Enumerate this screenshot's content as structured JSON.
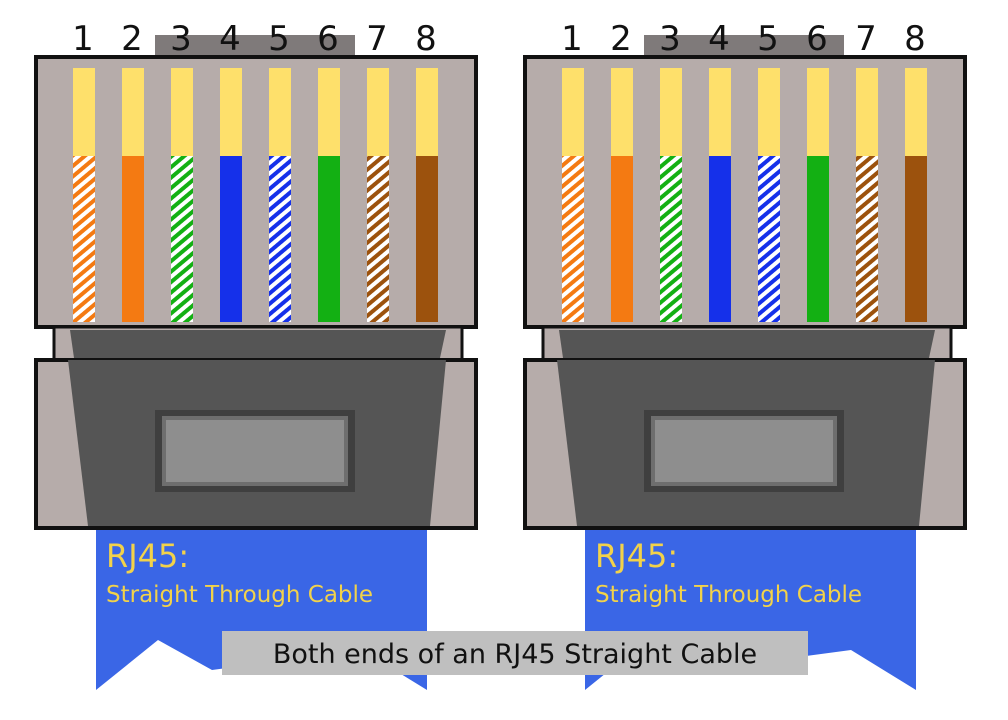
{
  "pin_numbers": [
    "1",
    "2",
    "3",
    "4",
    "5",
    "6",
    "7",
    "8"
  ],
  "wire_order": [
    {
      "color": "#f47a12",
      "pattern": "striped"
    },
    {
      "color": "#f47a12",
      "pattern": "solid"
    },
    {
      "color": "#13b013",
      "pattern": "striped"
    },
    {
      "color": "#1530ea",
      "pattern": "solid"
    },
    {
      "color": "#1530ea",
      "pattern": "striped"
    },
    {
      "color": "#13b013",
      "pattern": "solid"
    },
    {
      "color": "#9c520d",
      "pattern": "striped"
    },
    {
      "color": "#9c520d",
      "pattern": "solid"
    }
  ],
  "connectors": [
    {
      "title": "RJ45:",
      "subtitle": "Straight Through Cable"
    },
    {
      "title": "RJ45:",
      "subtitle": "Straight Through Cable"
    }
  ],
  "caption": "Both ends of an RJ45 Straight Cable",
  "colors": {
    "housing": "#b6acaa",
    "outline": "#111111",
    "contact_yellow": "#fee06b",
    "boot_dark": "#555555",
    "tag_blue": "#3a66e6",
    "tag_text": "#f2d24a",
    "caption_bg": "#bfbfbf"
  }
}
